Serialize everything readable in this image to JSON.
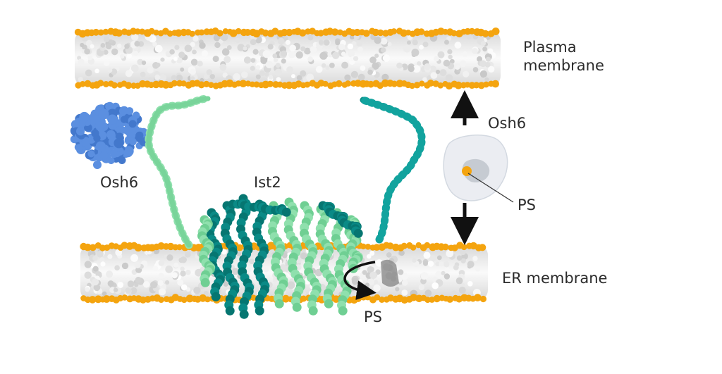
{
  "labels": {
    "plasma_membrane": [
      "Plasma",
      "membrane"
    ],
    "er_membrane": "ER membrane",
    "osh6_left": "Osh6",
    "osh6_right": "Osh6",
    "ist2": "Ist2",
    "ps_right": "PS",
    "ps_bottom": "PS"
  },
  "colors": {
    "headgroup": "#f4a40f",
    "lipid_tail": "#f2f2f2",
    "osh6": "#5b8fe0",
    "ist2_light": "#8fe0ad",
    "ist2_dark": "#0a8a86",
    "osh6_ghost": "#e6e9ee",
    "ps_lipid": "#f4a40f",
    "arrow": "#111111"
  }
}
